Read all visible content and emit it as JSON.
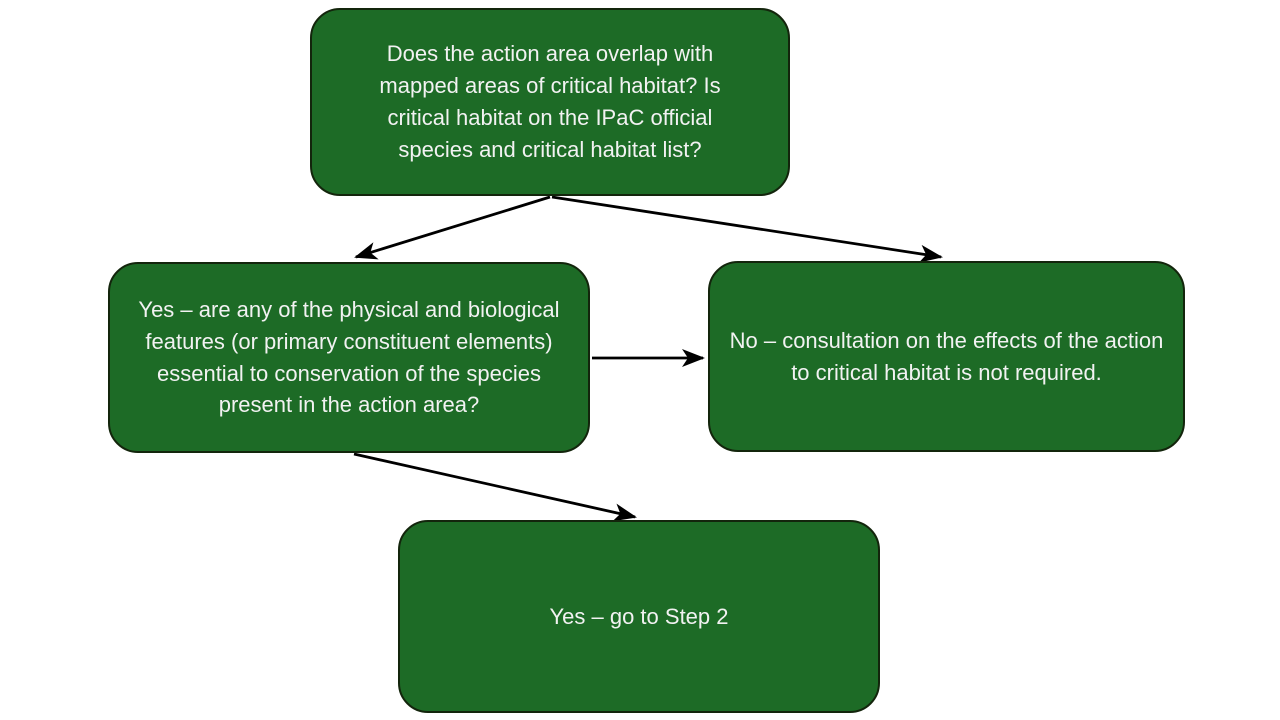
{
  "diagram": {
    "type": "flowchart",
    "background": "#ffffff",
    "node_fill": "#1d6b26",
    "node_border": "#13250c",
    "node_text_color": "#f2f2f2",
    "arrow_color": "#000000",
    "nodes": [
      {
        "id": "question-critical-habitat-overlap",
        "text": "Does the action area overlap with mapped areas of critical habitat? Is critical habitat on the IPaC official species and critical habitat list?"
      },
      {
        "id": "yes-features-essential",
        "text": "Yes – are any of the physical and biological features (or primary constituent elements) essential to conservation of the species present in the action area?"
      },
      {
        "id": "no-consultation-not-required",
        "text": "No – consultation on the effects of the action to critical habitat is not required."
      },
      {
        "id": "yes-go-to-step-2",
        "text": "Yes – go to Step 2"
      }
    ],
    "edges": [
      {
        "from": "question-critical-habitat-overlap",
        "to": "yes-features-essential"
      },
      {
        "from": "question-critical-habitat-overlap",
        "to": "no-consultation-not-required"
      },
      {
        "from": "yes-features-essential",
        "to": "no-consultation-not-required"
      },
      {
        "from": "yes-features-essential",
        "to": "yes-go-to-step-2"
      }
    ]
  }
}
